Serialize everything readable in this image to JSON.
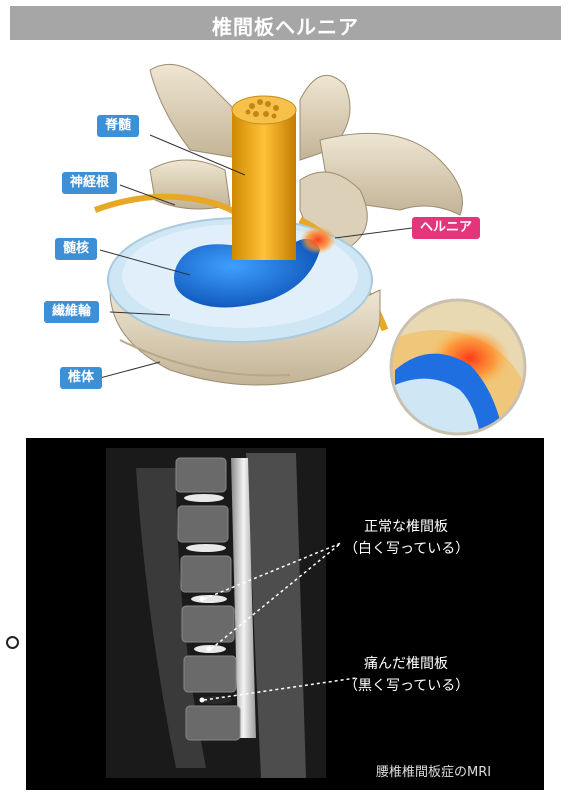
{
  "title": "椎間板ヘルニア",
  "labels": {
    "spinal_cord": "脊髄",
    "nerve_root": "神経根",
    "nucleus": "髄核",
    "annulus": "繊維輪",
    "vertebral_body": "椎体",
    "hernia": "ヘルニア"
  },
  "mri": {
    "normal_line1": "正常な椎間板",
    "normal_line2": "（白く写っている）",
    "damaged_line1": "痛んだ椎間板",
    "damaged_line2": "（黒く写っている）",
    "caption": "腰椎椎間板症のMRI"
  },
  "colors": {
    "label_blue": "#3d8fd6",
    "label_pink": "#e2367a",
    "title_gray": "#a6a6a6"
  }
}
